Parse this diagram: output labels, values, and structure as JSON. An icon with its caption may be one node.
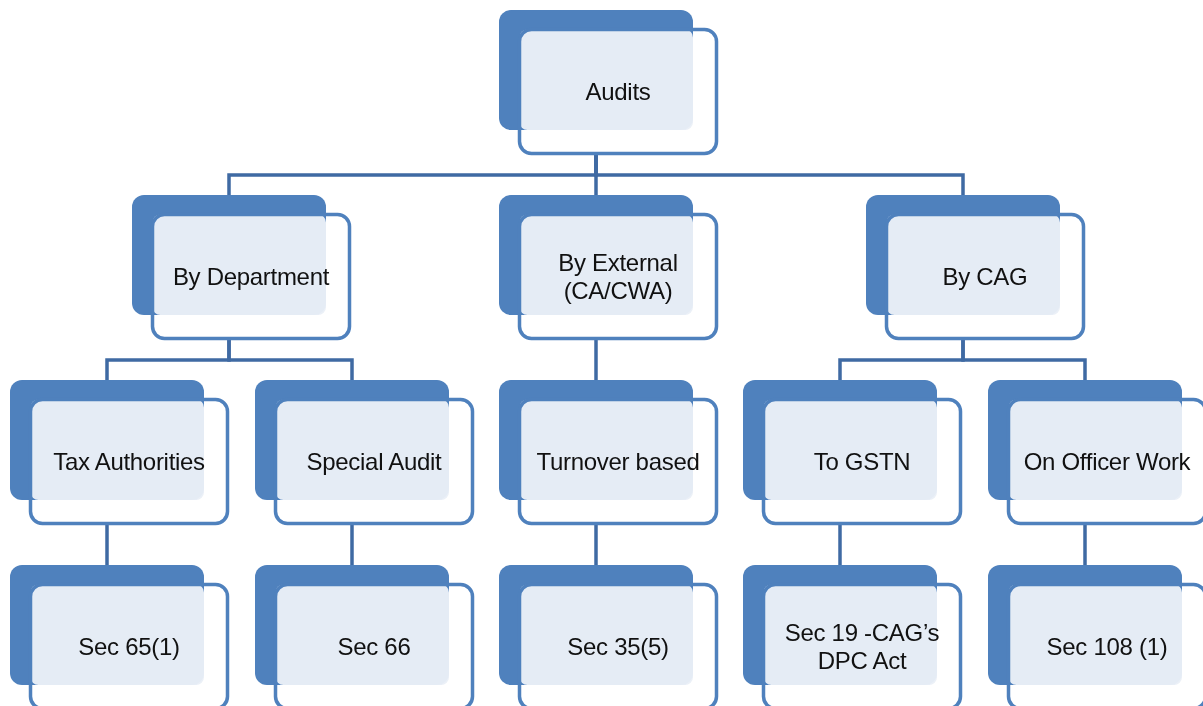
{
  "diagram": {
    "nodes": [
      {
        "text": [
          "Audits"
        ]
      },
      {
        "text": [
          "By Department"
        ]
      },
      {
        "text": [
          "By External (CA/CWA)"
        ]
      },
      {
        "text": [
          "By CAG"
        ]
      },
      {
        "text": [
          "Tax Authorities"
        ]
      },
      {
        "text": [
          "Special Audit"
        ]
      },
      {
        "text": [
          "Turnover based"
        ]
      },
      {
        "text": [
          "To GSTN"
        ]
      },
      {
        "text": [
          "On Officer Work"
        ]
      },
      {
        "text": [
          "Sec 65(1)"
        ]
      },
      {
        "text": [
          "Sec 66"
        ]
      },
      {
        "text": [
          "Sec 35(5)"
        ]
      },
      {
        "text": [
          "Sec 19 -CAG’s DPC Act"
        ]
      },
      {
        "text": [
          "Sec 108 (1)"
        ]
      }
    ],
    "edges": [
      {
        "from": 0,
        "to": 1,
        "arrow": "none"
      },
      {
        "from": 0,
        "to": 2,
        "arrow": "none"
      },
      {
        "from": 0,
        "to": 3,
        "arrow": "none"
      },
      {
        "from": 1,
        "to": 4,
        "arrow": "none"
      },
      {
        "from": 1,
        "to": 5,
        "arrow": "none"
      },
      {
        "from": 2,
        "to": 6,
        "arrow": "none"
      },
      {
        "from": 3,
        "to": 7,
        "arrow": "none"
      },
      {
        "from": 3,
        "to": 8,
        "arrow": "none"
      },
      {
        "from": 4,
        "to": 9,
        "arrow": "none"
      },
      {
        "from": 5,
        "to": 10,
        "arrow": "none"
      },
      {
        "from": 6,
        "to": 11,
        "arrow": "none"
      },
      {
        "from": 7,
        "to": 12,
        "arrow": "none"
      },
      {
        "from": 8,
        "to": 13,
        "arrow": "none"
      }
    ]
  }
}
